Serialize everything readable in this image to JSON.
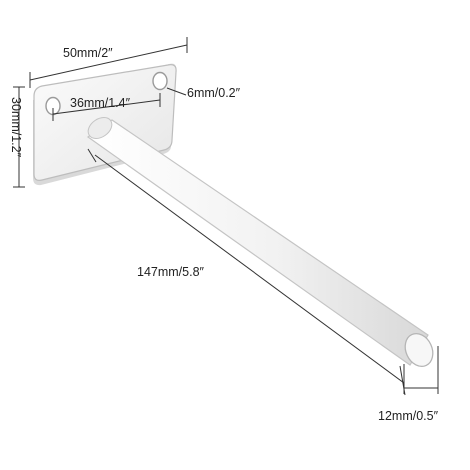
{
  "product": {
    "name": "",
    "icon": "floating-shelf-bracket-icon",
    "colors": {
      "bracket_face": "#f4f4f4",
      "bracket_shadow": "#c9c9c9",
      "outline": "#b8b8b8",
      "dimension_line": "#333333",
      "text": "#222222"
    }
  },
  "dimensions": {
    "plate_width": "50mm/2″",
    "plate_height": "30mm/1.2″",
    "hole_spacing": "36mm/1.4″",
    "hole_diameter": "6mm/0.2″",
    "rod_length": "147mm/5.8″",
    "rod_diameter": "12mm/0.5″"
  }
}
